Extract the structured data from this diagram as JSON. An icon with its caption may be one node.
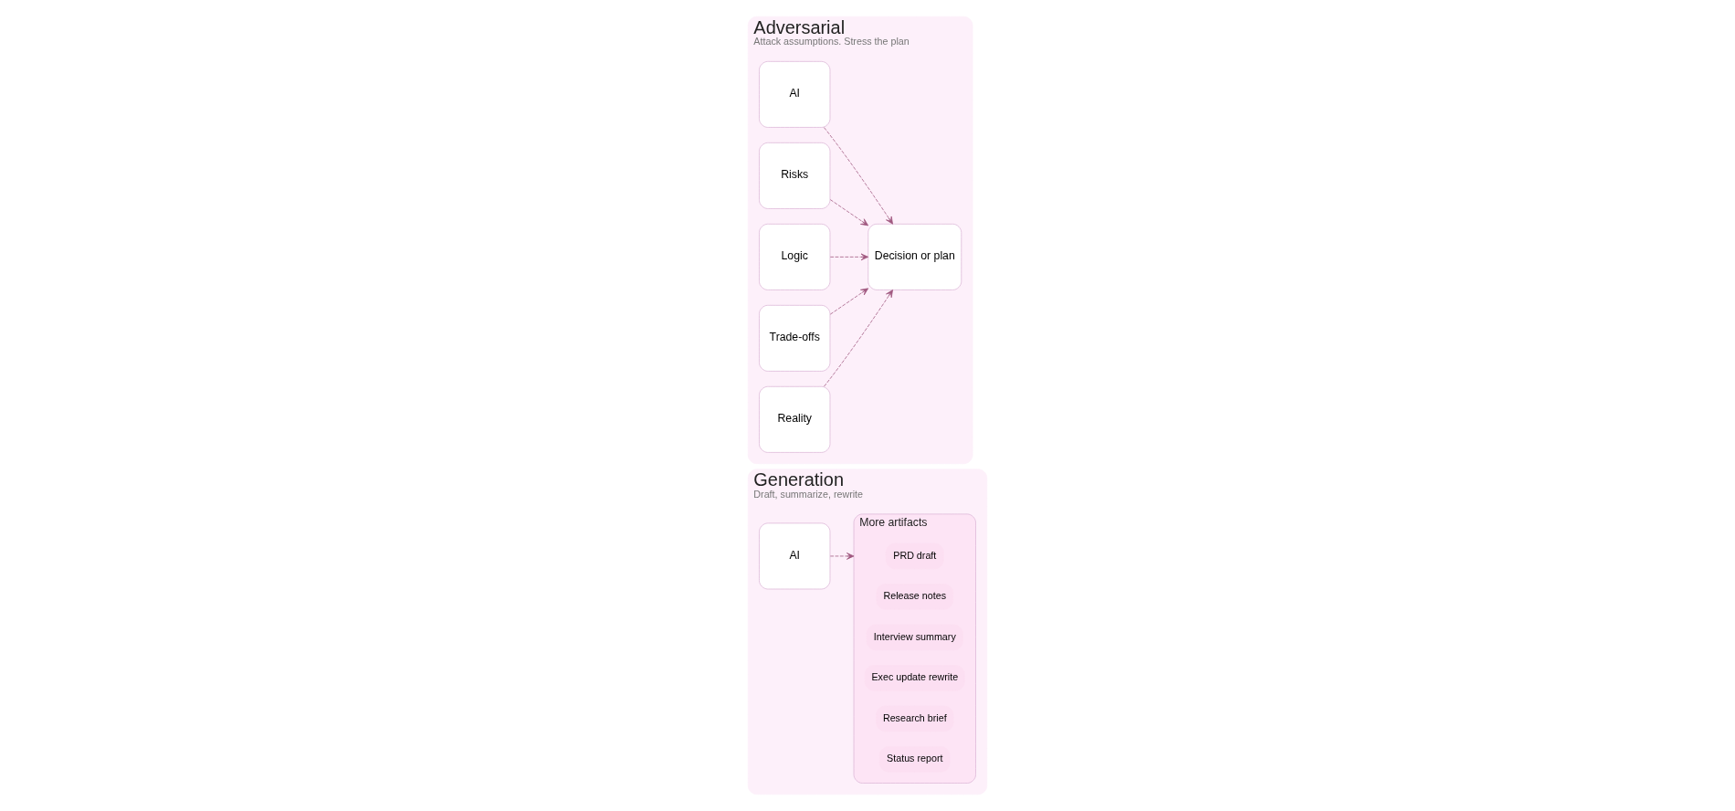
{
  "diagram": {
    "nodes": [
      {
        "text": [
          "Generation",
          "Draft, summarize, rewrite"
        ]
      },
      {
        "text": [
          "AI"
        ],
        "in": 0
      },
      {
        "text": [
          "More artifacts"
        ],
        "in": 0
      },
      {
        "text": [
          "PRD draft"
        ],
        "in": 2
      },
      {
        "text": [
          "Release notes"
        ],
        "in": 2
      },
      {
        "text": [
          "Interview summary"
        ],
        "in": 2
      },
      {
        "text": [
          "Exec update rewrite"
        ],
        "in": 2
      },
      {
        "text": [
          "Research brief"
        ],
        "in": 2
      },
      {
        "text": [
          "Status report"
        ],
        "in": 2
      },
      {
        "text": [
          "Adversarial",
          "Attack assumptions. Stress the plan"
        ]
      },
      {
        "text": [
          "AI"
        ],
        "in": 9
      },
      {
        "text": [
          "Decision or plan"
        ],
        "in": 9
      },
      {
        "text": [
          "Risks"
        ],
        "in": 9
      },
      {
        "text": [
          "Logic"
        ],
        "in": 9
      },
      {
        "text": [
          "Trade-offs"
        ],
        "in": 9
      },
      {
        "text": [
          "Reality"
        ],
        "in": 9
      }
    ],
    "edges": [
      {
        "from": 1,
        "to": 2,
        "arrow": "to",
        "style": "dashed"
      },
      {
        "from": 10,
        "to": 11,
        "arrow": "to",
        "style": "dashed"
      },
      {
        "from": 12,
        "to": 11,
        "arrow": "to",
        "style": "dashed"
      },
      {
        "from": 13,
        "to": 11,
        "arrow": "to",
        "style": "dashed"
      },
      {
        "from": 14,
        "to": 11,
        "arrow": "to",
        "style": "dashed"
      },
      {
        "from": 15,
        "to": 11,
        "arrow": "to",
        "style": "dashed"
      }
    ]
  }
}
